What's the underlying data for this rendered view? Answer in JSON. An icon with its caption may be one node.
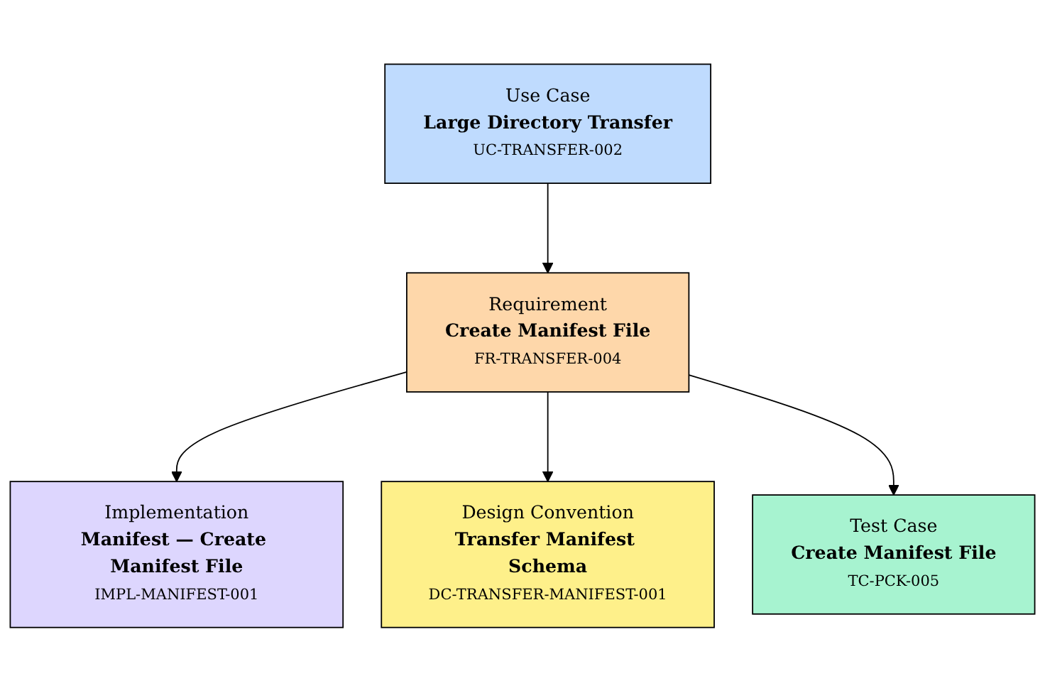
{
  "diagram": {
    "nodes": [
      {
        "text": [
          "Use Case",
          "Large Directory Transfer",
          "UC-TRANSFER-002"
        ]
      },
      {
        "text": [
          "Requirement",
          "Create Manifest File",
          "FR-TRANSFER-004"
        ]
      },
      {
        "text": [
          "Implementation",
          "Manifest — Create Manifest File",
          "IMPL-MANIFEST-001"
        ]
      },
      {
        "text": [
          "Design Convention",
          "Transfer Manifest Schema",
          "DC-TRANSFER-MANIFEST-001"
        ]
      },
      {
        "text": [
          "Test Case",
          "Create Manifest File",
          "TC-PCK-005"
        ]
      }
    ],
    "edges": [
      {
        "from": 0,
        "to": 1,
        "arrow": "to"
      },
      {
        "from": 1,
        "to": 2,
        "arrow": "to"
      },
      {
        "from": 1,
        "to": 3,
        "arrow": "to"
      },
      {
        "from": 1,
        "to": 4,
        "arrow": "to"
      }
    ]
  }
}
